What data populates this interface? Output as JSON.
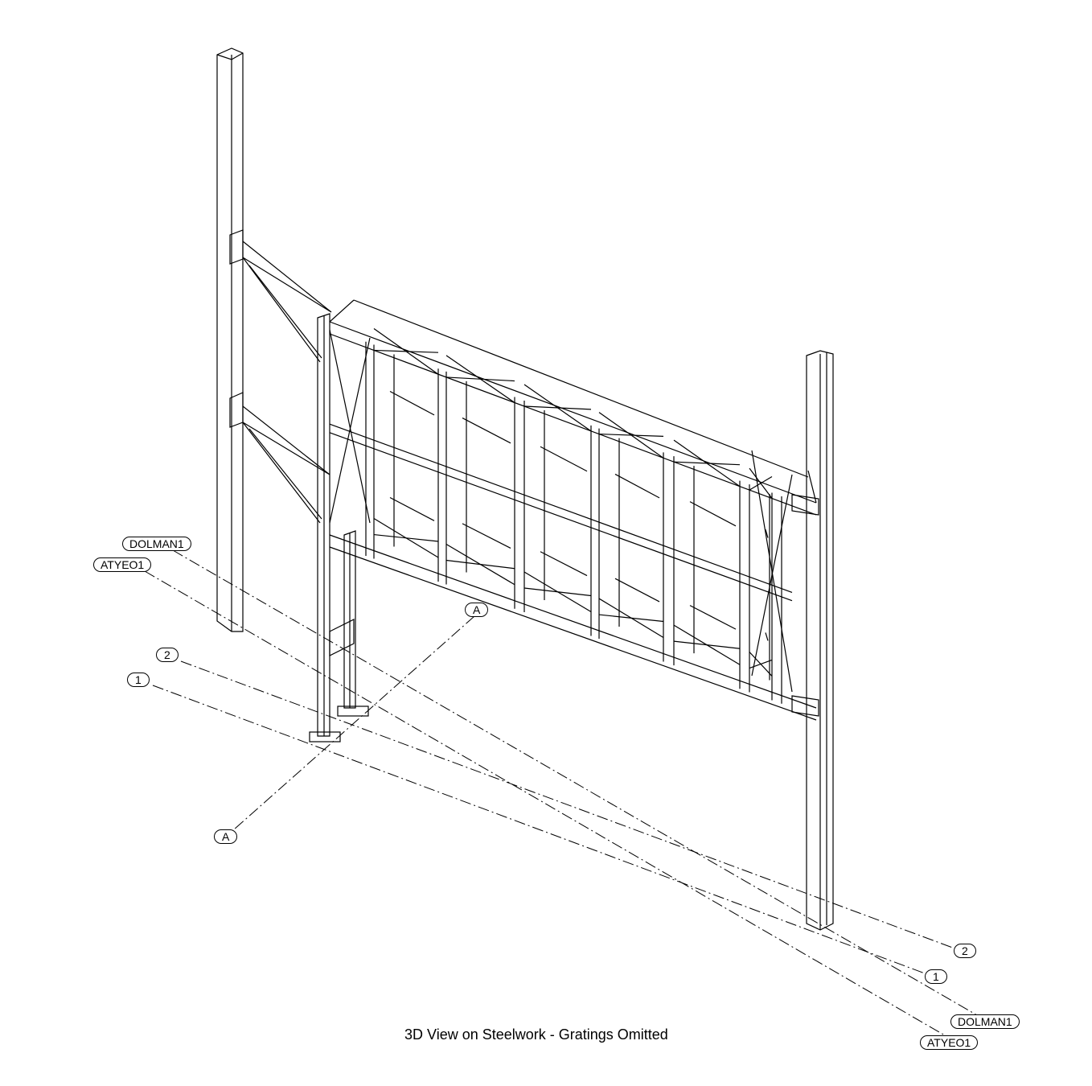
{
  "caption": "3D View on Steelwork - Gratings Omitted",
  "gridlines": {
    "dolman_left": "DOLMAN1",
    "atyeo_left": "ATYEO1",
    "grid2_left": "2",
    "grid1_left": "1",
    "sectionA_top": "A",
    "sectionA_bottom": "A",
    "grid2_right": "2",
    "grid1_right": "1",
    "dolman_right": "DOLMAN1",
    "atyeo_right": "ATYEO1"
  }
}
